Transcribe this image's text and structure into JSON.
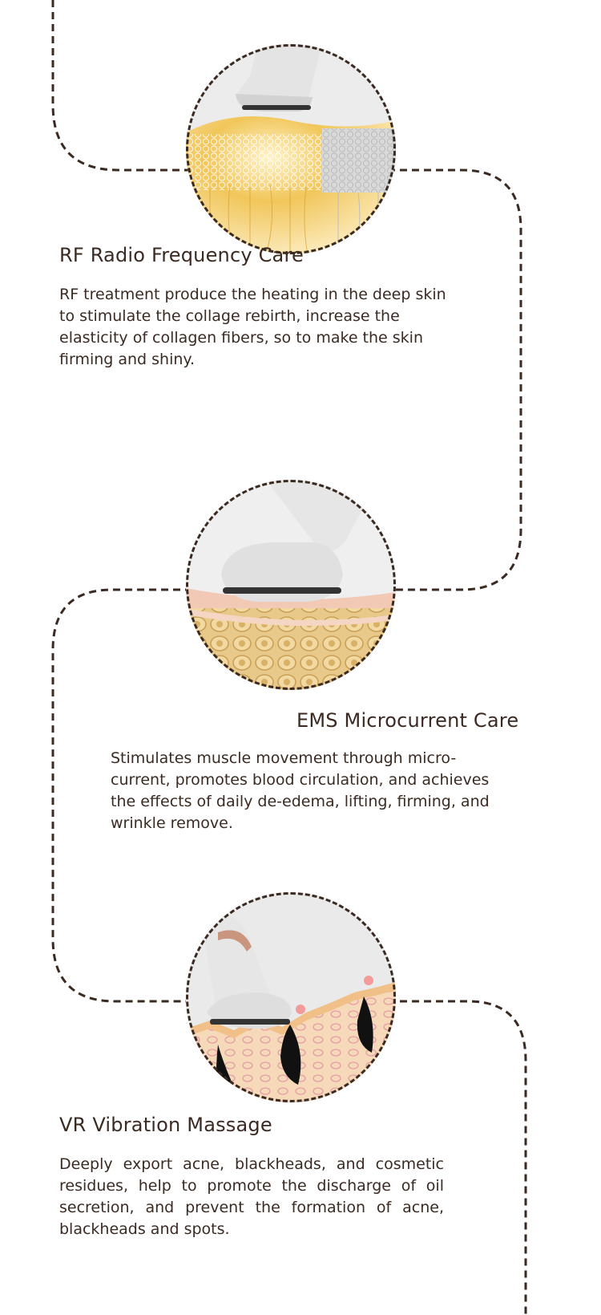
{
  "features": [
    {
      "title": "RF Radio Frequency Care",
      "description": "RF treatment produce the heating in the deep skin to stimulate the collage rebirth, increase the elasticity of collagen fibers, so to make the skin firming and shiny."
    },
    {
      "title": "EMS Microcurrent Care",
      "description": "Stimulates muscle movement through micro-current, promotes blood circulation, and achieves the effects of daily de-edema, lifting, firming, and wrinkle remove."
    },
    {
      "title": "VR Vibration Massage",
      "description": "Deeply export acne, blackheads, and cosmetic residues, help to promote the discharge of oil secretion, and prevent the formation of acne, blackheads and spots."
    }
  ],
  "colors": {
    "text": "#3b2a22",
    "line": "#3b2a22",
    "gold": "#e7b44a",
    "skin": "#f2c9b5",
    "device": "#e1e1e1",
    "accent_rose_gold": "#c9957e"
  },
  "icons": [
    "rf-treatment-illustration",
    "ems-treatment-illustration",
    "vibration-treatment-illustration"
  ]
}
